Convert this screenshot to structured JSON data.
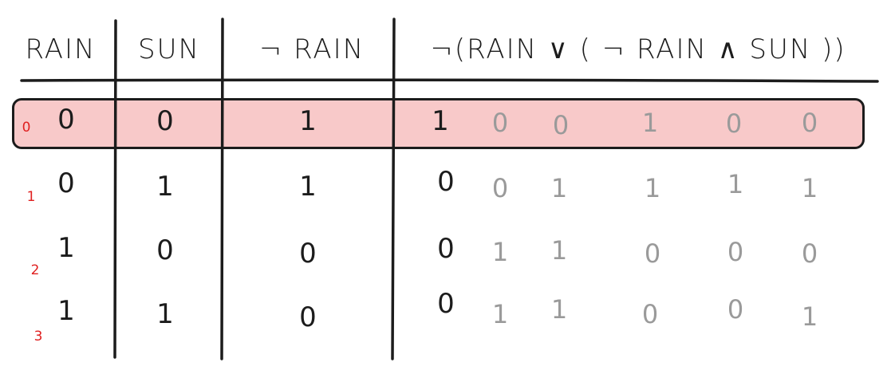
{
  "headers": [
    "RAIN",
    "SUN",
    "¬ RAIN",
    "¬(RAIN ∨ ( ¬ RAIN  ∧  SUN ))"
  ],
  "highlight_color": "#f8c9c9",
  "index_color": "#e02020",
  "row_indices": [
    "0",
    "1",
    "2",
    "3"
  ],
  "rows": [
    {
      "rain": "0",
      "sun": "0",
      "not_rain": "1",
      "result": "1",
      "steps": [
        "0",
        "0",
        "1",
        "0",
        "0"
      ]
    },
    {
      "rain": "0",
      "sun": "1",
      "not_rain": "1",
      "result": "0",
      "steps": [
        "0",
        "1",
        "1",
        "1",
        "1"
      ]
    },
    {
      "rain": "1",
      "sun": "0",
      "not_rain": "0",
      "result": "0",
      "steps": [
        "1",
        "1",
        "0",
        "0",
        "0"
      ]
    },
    {
      "rain": "1",
      "sun": "1",
      "not_rain": "0",
      "result": "0",
      "steps": [
        "1",
        "1",
        "0",
        "0",
        "1"
      ]
    }
  ]
}
